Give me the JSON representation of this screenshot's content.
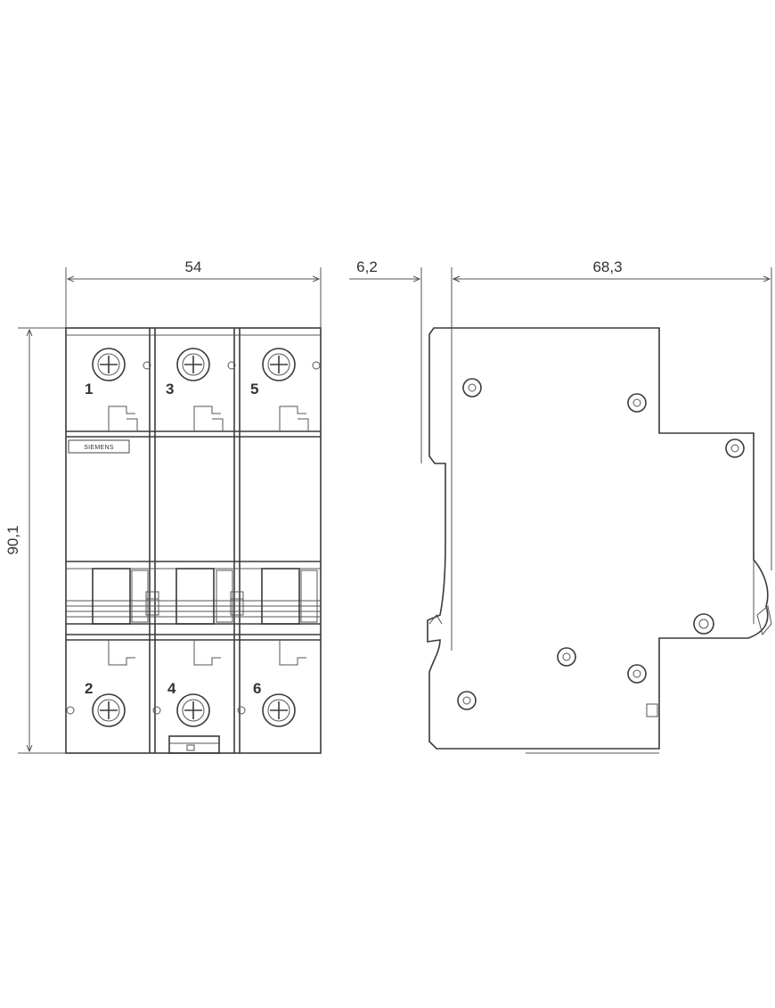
{
  "dimensions": {
    "width": "54",
    "rail_offset": "6,2",
    "depth": "68,3",
    "height": "90,1"
  },
  "terminals": {
    "top": [
      "1",
      "3",
      "5"
    ],
    "bottom": [
      "2",
      "4",
      "6"
    ]
  },
  "brand": "SIEMENS",
  "colors": {
    "line": "#3a3a3a",
    "background": "#ffffff"
  }
}
